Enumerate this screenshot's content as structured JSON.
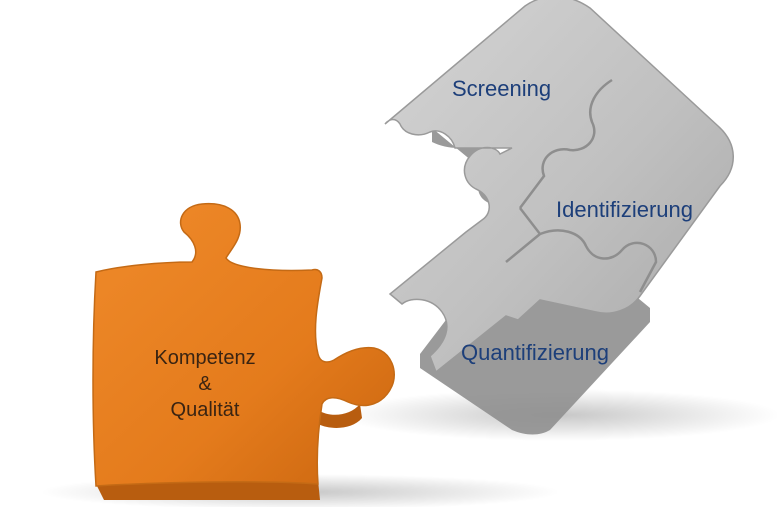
{
  "puzzle": {
    "gray_pieces": [
      {
        "label": "Screening"
      },
      {
        "label": "Identifizierung"
      },
      {
        "label": "Quantifizierung"
      }
    ],
    "orange_piece": {
      "line1": "Kompetenz",
      "line2": "&",
      "line3": "Qualität"
    }
  },
  "colors": {
    "gray_piece": "#bdbdbd",
    "gray_piece_edge": "#8f8f8f",
    "orange_piece": "#e87d1e",
    "orange_piece_edge": "#b85d0f",
    "gray_text": "#1d3f7a",
    "orange_text": "#3a2412"
  }
}
